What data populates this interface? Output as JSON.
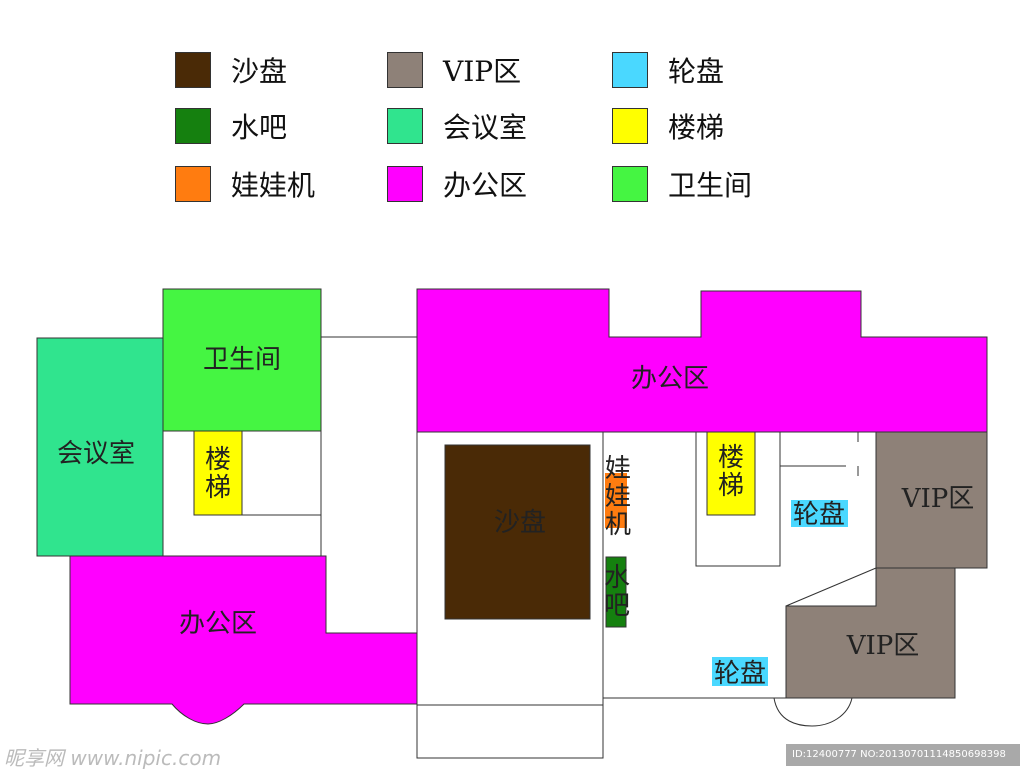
{
  "colors": {
    "sand_table": "#4a2a06",
    "water_bar": "#15800f",
    "claw_machine": "#ff7c10",
    "vip": "#8e8178",
    "meeting_room": "#30e48e",
    "office": "#ff00ff",
    "roulette": "#4ad8ff",
    "stairs": "#ffff00",
    "restroom": "#45f542"
  },
  "legend": [
    {
      "label": "沙盘",
      "color": "#4a2a06",
      "icon": "brown-swatch"
    },
    {
      "label": "VIP区",
      "color": "#8e8178",
      "icon": "gray-swatch"
    },
    {
      "label": "轮盘",
      "color": "#4ad8ff",
      "icon": "sky-blue-swatch"
    },
    {
      "label": "水吧",
      "color": "#15800f",
      "icon": "dark-green-swatch"
    },
    {
      "label": "会议室",
      "color": "#30e48e",
      "icon": "teal-swatch"
    },
    {
      "label": "楼梯",
      "color": "#ffff00",
      "icon": "yellow-swatch"
    },
    {
      "label": "娃娃机",
      "color": "#ff7c10",
      "icon": "orange-swatch"
    },
    {
      "label": "办公区",
      "color": "#ff00ff",
      "icon": "magenta-swatch"
    },
    {
      "label": "卫生间",
      "color": "#45f542",
      "icon": "green-swatch"
    }
  ],
  "rooms": {
    "restroom": "卫生间",
    "meeting_room": "会议室",
    "stairs_left": [
      "楼",
      "梯"
    ],
    "office_left": "办公区",
    "office_top": "办公区",
    "sand_table": "沙盘",
    "claw_machine": [
      "娃",
      "娃",
      "机"
    ],
    "water_bar": [
      "水",
      "吧"
    ],
    "stairs_right": [
      "楼",
      "梯"
    ],
    "roulette_upper": "轮盘",
    "roulette_lower": "轮盘",
    "vip_upper": "VIP区",
    "vip_lower": "VIP区"
  },
  "watermark": {
    "logo": "昵享网 www.nipic.com",
    "id_text": "ID:12400777 NO:20130701114850698398"
  }
}
